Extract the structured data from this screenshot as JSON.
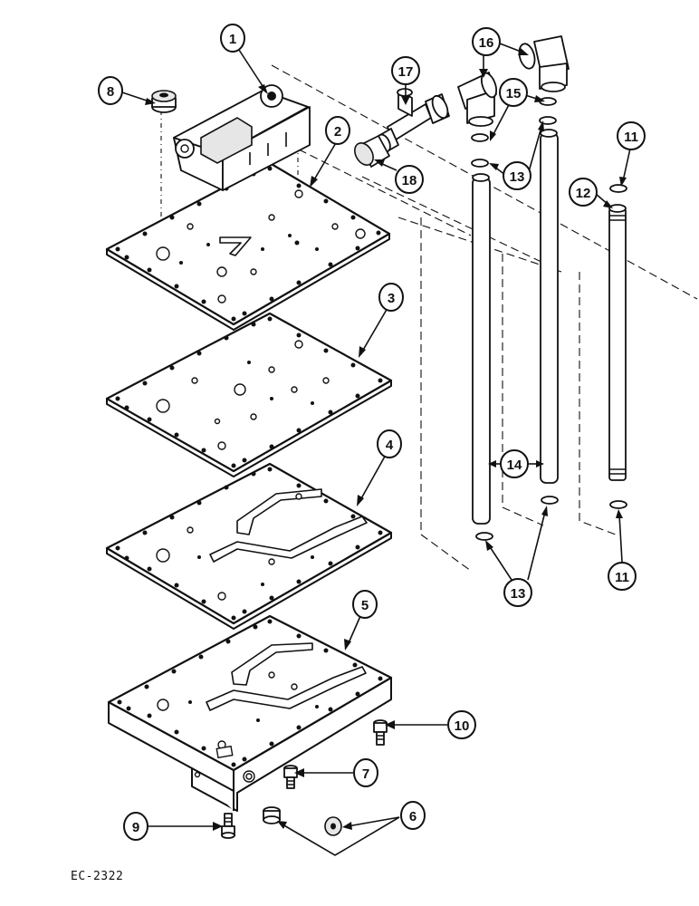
{
  "figure_code": "EC-2322",
  "callouts": {
    "c1": "1",
    "c2": "2",
    "c3": "3",
    "c4": "4",
    "c5": "5",
    "c6": "6",
    "c7": "7",
    "c8": "8",
    "c9": "9",
    "c10a": "10",
    "c11a": "11",
    "c11b": "11",
    "c12": "12",
    "c13a": "13",
    "c13b": "13",
    "c14": "14",
    "c15": "15",
    "c16": "16",
    "c17": "17",
    "c18": "18"
  }
}
